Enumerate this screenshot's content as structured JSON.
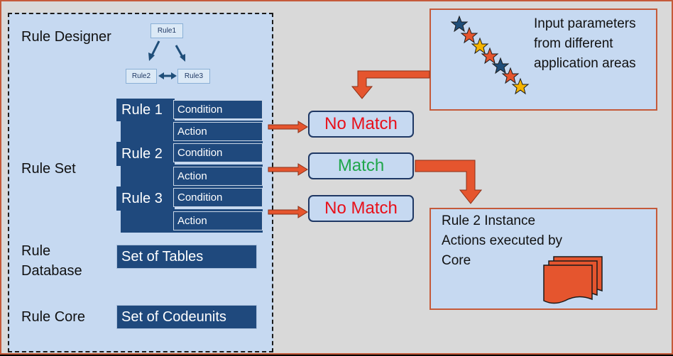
{
  "colors": {
    "background": "#d9d9d9",
    "panel": "#c6d9f1",
    "rule_blue": "#1f497d",
    "accent_orange": "#e5552e",
    "no_match_red": "#e8101a",
    "match_green": "#1fa64a"
  },
  "designer": {
    "title": "Rule Designer",
    "mini_rules": [
      "Rule1",
      "Rule2",
      "Rule3"
    ]
  },
  "rule_set": {
    "label": "Rule Set",
    "rules": [
      {
        "name": "Rule 1",
        "condition": "Condition",
        "action": "Action"
      },
      {
        "name": "Rule 2",
        "condition": "Condition",
        "action": "Action"
      },
      {
        "name": "Rule 3",
        "condition": "Condition",
        "action": "Action"
      }
    ]
  },
  "database": {
    "label_line1": "Rule",
    "label_line2": "Database",
    "box": "Set of Tables"
  },
  "core": {
    "label": "Rule Core",
    "box": "Set of  Codeunits"
  },
  "results": [
    "No Match",
    "Match",
    "No Match"
  ],
  "input_panel": {
    "lines": [
      "Input parameters",
      "from different",
      "application areas"
    ],
    "star_icons": [
      "star-icon",
      "star-icon",
      "star-icon",
      "star-icon",
      "star-icon",
      "star-icon",
      "star-icon"
    ]
  },
  "output_panel": {
    "lines": [
      "Rule 2 Instance",
      "Actions executed by",
      "Core"
    ],
    "document_icon": "stacked-documents-icon"
  }
}
